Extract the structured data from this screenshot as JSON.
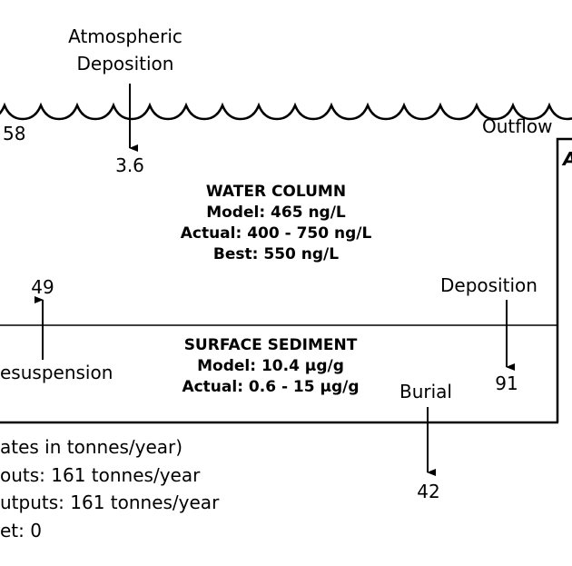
{
  "labels": {
    "atmospheric_1": "Atmospheric",
    "atmospheric_2": "Deposition",
    "inflow_value": "58",
    "atmospheric_value": "3.6",
    "outflow": "Outflow",
    "box_letter": "A",
    "resuspension_value": "49",
    "resuspension": "esuspension",
    "deposition": "Deposition",
    "deposition_value": "91",
    "burial": "Burial",
    "burial_value": "42"
  },
  "water_column": {
    "title": "WATER COLUMN",
    "model": "Model: 465 ng/L",
    "actual": "Actual: 400 - 750 ng/L",
    "best": "Best: 550 ng/L"
  },
  "surface_sediment": {
    "title": "SURFACE SEDIMENT",
    "model": "Model: 10.4 µg/g",
    "actual": "Actual: 0.6 - 15 µg/g"
  },
  "summary": {
    "line1": "ates in tonnes/year)",
    "line2": "outs: 161 tonnes/year",
    "line3": "utputs: 161 tonnes/year",
    "line4": "et: 0"
  }
}
